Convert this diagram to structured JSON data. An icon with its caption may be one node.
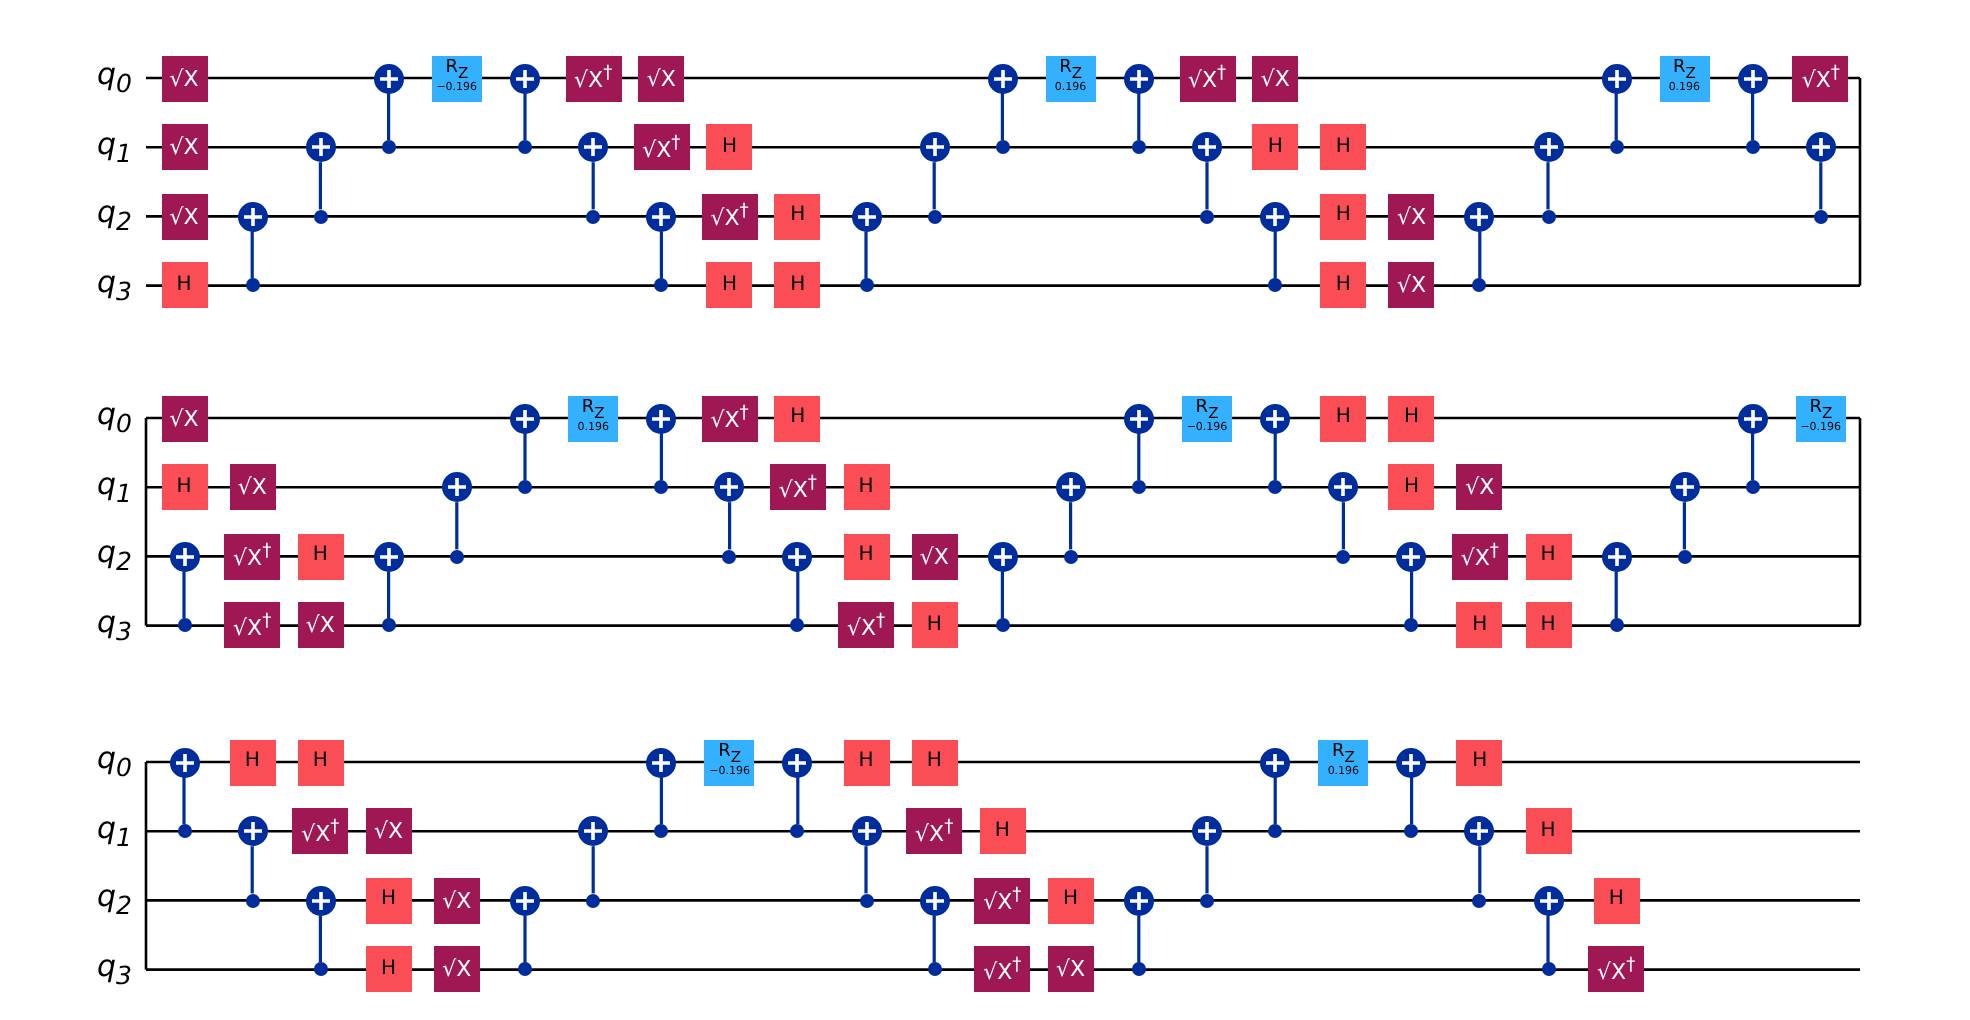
{
  "diagram": {
    "nodes": [
      {
        "text": [
          "√X"
        ]
      },
      {
        "text": [
          "√X"
        ]
      },
      {
        "text": [
          "√X"
        ]
      },
      {
        "text": [
          "H"
        ]
      },
      {
        "text": [],
        "shape": "circle"
      },
      {
        "text": [],
        "shape": "circle"
      },
      {
        "text": [],
        "shape": "circle"
      },
      {
        "text": [],
        "shape": "circle"
      },
      {
        "text": [],
        "shape": "circle"
      },
      {
        "text": [],
        "shape": "circle"
      },
      {
        "text": [
          "R$_{Z}$",
          "−0.196"
        ]
      },
      {
        "text": [],
        "shape": "circle"
      },
      {
        "text": [],
        "shape": "circle"
      },
      {
        "text": [
          "√X$^{†}$"
        ]
      },
      {
        "text": [],
        "shape": "circle"
      },
      {
        "text": [],
        "shape": "circle"
      },
      {
        "text": [
          "√X"
        ]
      },
      {
        "text": [
          "√X$^{†}$"
        ]
      },
      {
        "text": [],
        "shape": "circle"
      },
      {
        "text": [],
        "shape": "circle"
      },
      {
        "text": [
          "H"
        ]
      },
      {
        "text": [
          "√X$^{†}$"
        ]
      },
      {
        "text": [
          "H"
        ]
      },
      {
        "text": [
          "H"
        ]
      },
      {
        "text": [
          "H"
        ]
      },
      {
        "text": [],
        "shape": "circle"
      },
      {
        "text": [],
        "shape": "circle"
      },
      {
        "text": [],
        "shape": "circle"
      },
      {
        "text": [],
        "shape": "circle"
      },
      {
        "text": [],
        "shape": "circle"
      },
      {
        "text": [],
        "shape": "circle"
      },
      {
        "text": [
          "R$_{Z}$",
          "0.196"
        ]
      },
      {
        "text": [],
        "shape": "circle"
      },
      {
        "text": [],
        "shape": "circle"
      },
      {
        "text": [
          "√X$^{†}$"
        ]
      },
      {
        "text": [],
        "shape": "circle"
      },
      {
        "text": [],
        "shape": "circle"
      },
      {
        "text": [
          "√X"
        ]
      },
      {
        "text": [
          "H"
        ]
      },
      {
        "text": [],
        "shape": "circle"
      },
      {
        "text": [],
        "shape": "circle"
      },
      {
        "text": [
          "H"
        ]
      },
      {
        "text": [
          "H"
        ]
      },
      {
        "text": [
          "H"
        ]
      },
      {
        "text": [
          "√X"
        ]
      },
      {
        "text": [
          "√X"
        ]
      },
      {
        "text": [],
        "shape": "circle"
      },
      {
        "text": [],
        "shape": "circle"
      },
      {
        "text": [],
        "shape": "circle"
      },
      {
        "text": [],
        "shape": "circle"
      },
      {
        "text": [],
        "shape": "circle"
      },
      {
        "text": [],
        "shape": "circle"
      },
      {
        "text": [
          "R$_{Z}$",
          "0.196"
        ]
      },
      {
        "text": [],
        "shape": "circle"
      },
      {
        "text": [],
        "shape": "circle"
      },
      {
        "text": [
          "√X$^{†}$"
        ]
      },
      {
        "text": [],
        "shape": "circle"
      },
      {
        "text": [],
        "shape": "circle"
      },
      {
        "text": [
          "√X"
        ]
      },
      {
        "text": [
          "H"
        ]
      },
      {
        "text": [],
        "shape": "circle"
      },
      {
        "text": [],
        "shape": "circle"
      },
      {
        "text": [
          "√X"
        ]
      },
      {
        "text": [
          "√X$^{†}$"
        ]
      },
      {
        "text": [
          "√X$^{†}$"
        ]
      },
      {
        "text": [
          "H"
        ]
      },
      {
        "text": [
          "√X"
        ]
      },
      {
        "text": [],
        "shape": "circle"
      },
      {
        "text": [],
        "shape": "circle"
      },
      {
        "text": [],
        "shape": "circle"
      },
      {
        "text": [],
        "shape": "circle"
      },
      {
        "text": [],
        "shape": "circle"
      },
      {
        "text": [],
        "shape": "circle"
      },
      {
        "text": [
          "R$_{Z}$",
          "0.196"
        ]
      },
      {
        "text": [],
        "shape": "circle"
      },
      {
        "text": [],
        "shape": "circle"
      },
      {
        "text": [
          "√X$^{†}$"
        ]
      },
      {
        "text": [],
        "shape": "circle"
      },
      {
        "text": [],
        "shape": "circle"
      },
      {
        "text": [
          "H"
        ]
      },
      {
        "text": [
          "√X$^{†}$"
        ]
      },
      {
        "text": [],
        "shape": "circle"
      },
      {
        "text": [],
        "shape": "circle"
      },
      {
        "text": [
          "H"
        ]
      },
      {
        "text": [
          "H"
        ]
      },
      {
        "text": [
          "√X$^{†}$"
        ]
      },
      {
        "text": [
          "√X"
        ]
      },
      {
        "text": [
          "H"
        ]
      },
      {
        "text": [],
        "shape": "circle"
      },
      {
        "text": [],
        "shape": "circle"
      },
      {
        "text": [],
        "shape": "circle"
      },
      {
        "text": [],
        "shape": "circle"
      },
      {
        "text": [],
        "shape": "circle"
      },
      {
        "text": [],
        "shape": "circle"
      },
      {
        "text": [
          "R$_{Z}$",
          "−0.196"
        ]
      },
      {
        "text": [],
        "shape": "circle"
      },
      {
        "text": [],
        "shape": "circle"
      },
      {
        "text": [
          "H"
        ]
      },
      {
        "text": [],
        "shape": "circle"
      },
      {
        "text": [],
        "shape": "circle"
      },
      {
        "text": [
          "H"
        ]
      },
      {
        "text": [
          "H"
        ]
      },
      {
        "text": [],
        "shape": "circle"
      },
      {
        "text": [],
        "shape": "circle"
      },
      {
        "text": [
          "√X"
        ]
      },
      {
        "text": [
          "√X$^{†}$"
        ]
      },
      {
        "text": [
          "H"
        ]
      },
      {
        "text": [
          "H"
        ]
      },
      {
        "text": [
          "H"
        ]
      },
      {
        "text": [],
        "shape": "circle"
      },
      {
        "text": [],
        "shape": "circle"
      },
      {
        "text": [],
        "shape": "circle"
      },
      {
        "text": [],
        "shape": "circle"
      },
      {
        "text": [],
        "shape": "circle"
      },
      {
        "text": [],
        "shape": "circle"
      },
      {
        "text": [
          "R$_{Z}$",
          "−0.196"
        ]
      },
      {
        "text": [],
        "shape": "circle"
      },
      {
        "text": [],
        "shape": "circle"
      },
      {
        "text": [
          "H"
        ]
      },
      {
        "text": [],
        "shape": "circle"
      },
      {
        "text": [],
        "shape": "circle"
      },
      {
        "text": [
          "H"
        ]
      },
      {
        "text": [
          "√X$^{†}$"
        ]
      },
      {
        "text": [],
        "shape": "circle"
      },
      {
        "text": [],
        "shape": "circle"
      },
      {
        "text": [
          "√X"
        ]
      },
      {
        "text": [
          "H"
        ]
      },
      {
        "text": [
          "H"
        ]
      },
      {
        "text": [
          "√X"
        ]
      },
      {
        "text": [
          "√X"
        ]
      },
      {
        "text": [],
        "shape": "circle"
      },
      {
        "text": [],
        "shape": "circle"
      },
      {
        "text": [],
        "shape": "circle"
      },
      {
        "text": [],
        "shape": "circle"
      },
      {
        "text": [],
        "shape": "circle"
      },
      {
        "text": [],
        "shape": "circle"
      },
      {
        "text": [
          "R$_{Z}$",
          "−0.196"
        ]
      },
      {
        "text": [],
        "shape": "circle"
      },
      {
        "text": [],
        "shape": "circle"
      },
      {
        "text": [
          "H"
        ]
      },
      {
        "text": [],
        "shape": "circle"
      },
      {
        "text": [],
        "shape": "circle"
      },
      {
        "text": [
          "H"
        ]
      },
      {
        "text": [
          "√X$^{†}$"
        ]
      },
      {
        "text": [],
        "shape": "circle"
      },
      {
        "text": [],
        "shape": "circle"
      },
      {
        "text": [
          "H"
        ]
      },
      {
        "text": [
          "√X$^{†}$"
        ]
      },
      {
        "text": [
          "√X$^{†}$"
        ]
      },
      {
        "text": [
          "H"
        ]
      },
      {
        "text": [
          "√X"
        ]
      },
      {
        "text": [],
        "shape": "circle"
      },
      {
        "text": [],
        "shape": "circle"
      },
      {
        "text": [],
        "shape": "circle"
      },
      {
        "text": [],
        "shape": "circle"
      },
      {
        "text": [],
        "shape": "circle"
      },
      {
        "text": [],
        "shape": "circle"
      },
      {
        "text": [
          "R$_{Z}$",
          "0.196"
        ]
      },
      {
        "text": [],
        "shape": "circle"
      },
      {
        "text": [],
        "shape": "circle"
      },
      {
        "text": [
          "H"
        ]
      },
      {
        "text": [],
        "shape": "circle"
      },
      {
        "text": [],
        "shape": "circle"
      },
      {
        "text": [
          "H"
        ]
      },
      {
        "text": [],
        "shape": "circle"
      },
      {
        "text": [],
        "shape": "circle"
      },
      {
        "text": [
          "H"
        ]
      },
      {
        "text": [
          "√X$^{†}$"
        ]
      }
    ],
    "edges": [
      {
        "from": 5,
        "to": 4,
        "arrow": "none"
      },
      {
        "from": 7,
        "to": 6,
        "arrow": "none"
      },
      {
        "from": 9,
        "to": 8,
        "arrow": "none"
      },
      {
        "from": 12,
        "to": 11,
        "arrow": "none"
      },
      {
        "from": 15,
        "to": 14,
        "arrow": "none"
      },
      {
        "from": 19,
        "to": 18,
        "arrow": "none"
      },
      {
        "from": 26,
        "to": 25,
        "arrow": "none"
      },
      {
        "from": 28,
        "to": 27,
        "arrow": "none"
      },
      {
        "from": 30,
        "to": 29,
        "arrow": "none"
      },
      {
        "from": 33,
        "to": 32,
        "arrow": "none"
      },
      {
        "from": 36,
        "to": 35,
        "arrow": "none"
      },
      {
        "from": 40,
        "to": 39,
        "arrow": "none"
      },
      {
        "from": 47,
        "to": 46,
        "arrow": "none"
      },
      {
        "from": 49,
        "to": 48,
        "arrow": "none"
      },
      {
        "from": 51,
        "to": 50,
        "arrow": "none"
      },
      {
        "from": 54,
        "to": 53,
        "arrow": "none"
      },
      {
        "from": 57,
        "to": 56,
        "arrow": "none"
      },
      {
        "from": 61,
        "to": 60,
        "arrow": "none"
      },
      {
        "from": 68,
        "to": 67,
        "arrow": "none"
      },
      {
        "from": 70,
        "to": 69,
        "arrow": "none"
      },
      {
        "from": 72,
        "to": 71,
        "arrow": "none"
      },
      {
        "from": 75,
        "to": 74,
        "arrow": "none"
      },
      {
        "from": 78,
        "to": 77,
        "arrow": "none"
      },
      {
        "from": 82,
        "to": 81,
        "arrow": "none"
      },
      {
        "from": 89,
        "to": 88,
        "arrow": "none"
      },
      {
        "from": 91,
        "to": 90,
        "arrow": "none"
      },
      {
        "from": 93,
        "to": 92,
        "arrow": "none"
      },
      {
        "from": 96,
        "to": 95,
        "arrow": "none"
      },
      {
        "from": 99,
        "to": 98,
        "arrow": "none"
      },
      {
        "from": 103,
        "to": 102,
        "arrow": "none"
      },
      {
        "from": 110,
        "to": 109,
        "arrow": "none"
      },
      {
        "from": 112,
        "to": 111,
        "arrow": "none"
      },
      {
        "from": 114,
        "to": 113,
        "arrow": "none"
      },
      {
        "from": 117,
        "to": 116,
        "arrow": "none"
      },
      {
        "from": 120,
        "to": 119,
        "arrow": "none"
      },
      {
        "from": 124,
        "to": 123,
        "arrow": "none"
      },
      {
        "from": 131,
        "to": 130,
        "arrow": "none"
      },
      {
        "from": 133,
        "to": 132,
        "arrow": "none"
      },
      {
        "from": 135,
        "to": 134,
        "arrow": "none"
      },
      {
        "from": 138,
        "to": 137,
        "arrow": "none"
      },
      {
        "from": 141,
        "to": 140,
        "arrow": "none"
      },
      {
        "from": 145,
        "to": 144,
        "arrow": "none"
      },
      {
        "from": 152,
        "to": 151,
        "arrow": "none"
      },
      {
        "from": 154,
        "to": 153,
        "arrow": "none"
      },
      {
        "from": 156,
        "to": 155,
        "arrow": "none"
      },
      {
        "from": 159,
        "to": 158,
        "arrow": "none"
      },
      {
        "from": 162,
        "to": 161,
        "arrow": "none"
      },
      {
        "from": 165,
        "to": 164,
        "arrow": "none"
      }
    ],
    "labels": [
      "q$_{0}$",
      "q$_{1}$",
      "q$_{2}$",
      "q$_{3}$",
      "q$_{0}$",
      "q$_{1}$",
      "q$_{2}$",
      "q$_{3}$",
      "q$_{0}$",
      "q$_{1}$",
      "q$_{2}$",
      "q$_{3}$"
    ]
  }
}
